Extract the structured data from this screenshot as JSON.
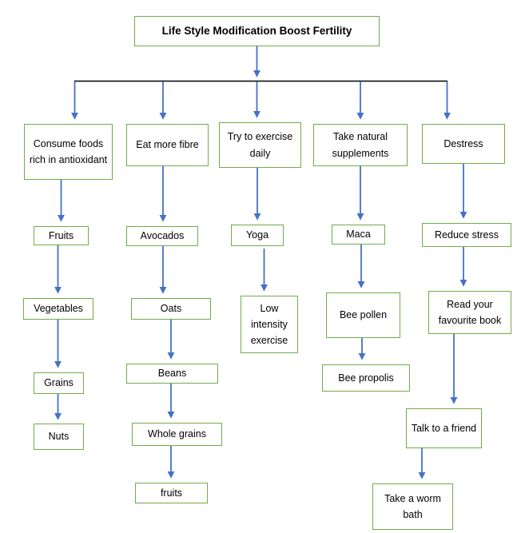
{
  "diagram": {
    "type": "flowchart",
    "title": "Life Style Modification Boost Fertility",
    "colors": {
      "background": "#FFFFFF",
      "box_border": "#70AD47",
      "box_fill": "#FFFFFF",
      "arrow": "#4472C4",
      "connector": "#000000",
      "text": "#000000"
    },
    "nodes": {
      "root": "Life Style Modification Boost Fertility",
      "consume_antioxidant": "Consume foods rich in antioxidant",
      "fruits": "Fruits",
      "vegetables": "Vegetables",
      "grains": "Grains",
      "nuts": "Nuts",
      "eat_fibre": "Eat more fibre",
      "avocados": "Avocados",
      "oats": "Oats",
      "beans": "Beans",
      "whole_grains": "Whole grains",
      "fruits_lower": "fruits",
      "exercise_daily": "Try to exercise daily",
      "yoga": "Yoga",
      "low_intensity": "Low intensity exercise",
      "supplements": "Take natural supplements",
      "maca": "Maca",
      "bee_pollen": "Bee pollen",
      "bee_propolis": "Bee propolis",
      "destress": "Destress",
      "reduce_stress": "Reduce stress",
      "read_book": "Read your favourite book",
      "talk_friend": "Talk to a friend",
      "worm_bath": "Take a worm bath"
    },
    "edges": [
      [
        "root",
        "consume_antioxidant"
      ],
      [
        "root",
        "eat_fibre"
      ],
      [
        "root",
        "exercise_daily"
      ],
      [
        "root",
        "supplements"
      ],
      [
        "root",
        "destress"
      ],
      [
        "consume_antioxidant",
        "fruits"
      ],
      [
        "fruits",
        "vegetables"
      ],
      [
        "vegetables",
        "grains"
      ],
      [
        "grains",
        "nuts"
      ],
      [
        "eat_fibre",
        "avocados"
      ],
      [
        "avocados",
        "oats"
      ],
      [
        "oats",
        "beans"
      ],
      [
        "beans",
        "whole_grains"
      ],
      [
        "whole_grains",
        "fruits_lower"
      ],
      [
        "exercise_daily",
        "yoga"
      ],
      [
        "yoga",
        "low_intensity"
      ],
      [
        "supplements",
        "maca"
      ],
      [
        "maca",
        "bee_pollen"
      ],
      [
        "bee_pollen",
        "bee_propolis"
      ],
      [
        "destress",
        "reduce_stress"
      ],
      [
        "reduce_stress",
        "read_book"
      ],
      [
        "read_book",
        "talk_friend"
      ],
      [
        "talk_friend",
        "worm_bath"
      ]
    ]
  }
}
